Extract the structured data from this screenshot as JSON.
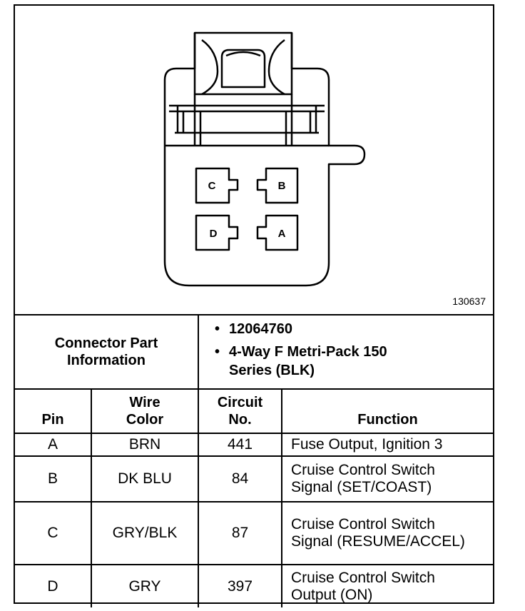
{
  "figure_id": "130637",
  "pin_labels": {
    "a": "A",
    "b": "B",
    "c": "C",
    "d": "D"
  },
  "connector_info": {
    "label": "Connector Part Information",
    "values": [
      "12064760",
      "4-Way F Metri-Pack 150 Series (BLK)"
    ]
  },
  "table": {
    "headers": {
      "pin": "Pin",
      "wire_color": "Wire Color",
      "circuit_no": "Circuit No.",
      "function": "Function"
    },
    "rows": [
      {
        "pin": "A",
        "wire_color": "BRN",
        "circuit": "441",
        "function": "Fuse Output, Ignition 3"
      },
      {
        "pin": "B",
        "wire_color": "DK BLU",
        "circuit": "84",
        "function": "Cruise Control Switch Signal (SET/COAST)"
      },
      {
        "pin": "C",
        "wire_color": "GRY/BLK",
        "circuit": "87",
        "function": "Cruise Control Switch Signal (RESUME/ACCEL)"
      },
      {
        "pin": "D",
        "wire_color": "GRY",
        "circuit": "397",
        "function": "Cruise Control Switch Output (ON)"
      }
    ]
  }
}
